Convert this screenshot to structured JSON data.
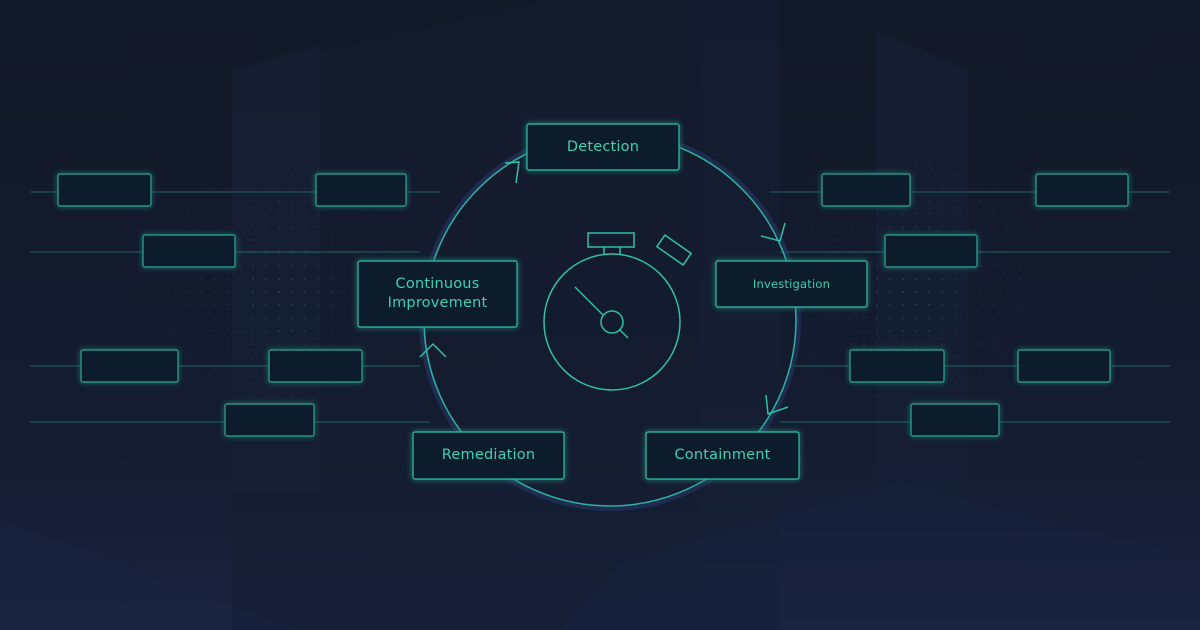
{
  "diagram": {
    "title": "",
    "accent_color": "#3fd0b2",
    "background_color": "#121a2a",
    "center_icon": "stopwatch-icon",
    "stages": [
      {
        "id": "detection",
        "label": "Detection"
      },
      {
        "id": "investigation",
        "label": "Investigation"
      },
      {
        "id": "containment",
        "label": "Containment"
      },
      {
        "id": "remediation",
        "label": "Remediation"
      },
      {
        "id": "continuous-improvement",
        "label": "Continuous\nImprovement"
      }
    ]
  }
}
